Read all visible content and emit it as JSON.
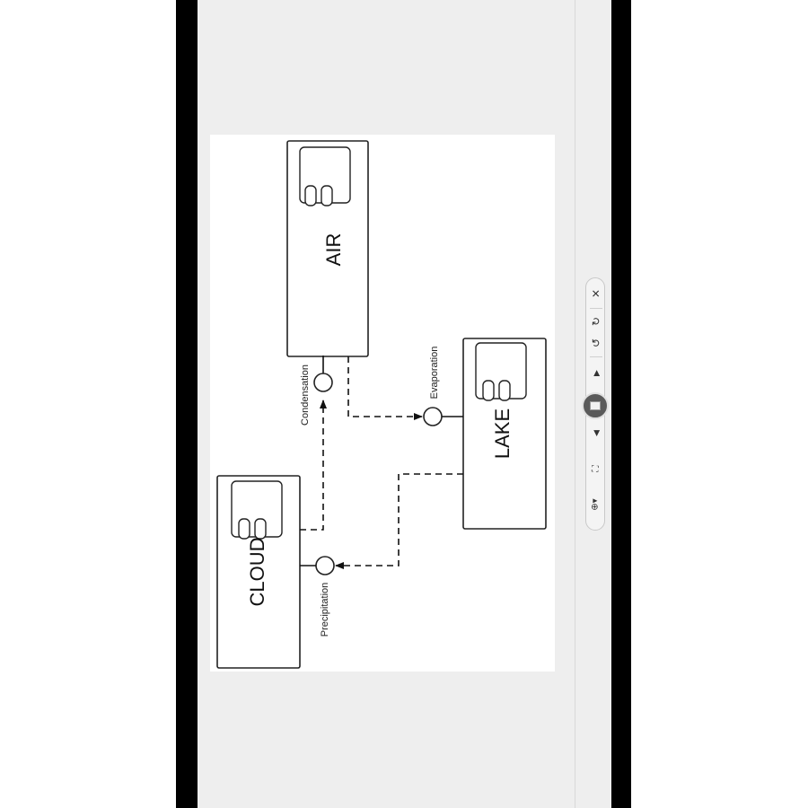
{
  "diagram": {
    "boxes": {
      "air": {
        "label": "AIR"
      },
      "lake": {
        "label": "LAKE"
      },
      "cloud": {
        "label": "CLOUD"
      }
    },
    "flows": {
      "condensation": {
        "label": "Condensation"
      },
      "evaporation": {
        "label": "Evaporation"
      },
      "precipitation": {
        "label": "Precipitation"
      }
    }
  },
  "toolbar": {
    "icons": [
      "close-icon",
      "redo-icon",
      "undo-icon",
      "next-page-icon",
      "current-page-icon",
      "previous-page-icon",
      "fit-page-icon",
      "zoom-icon"
    ],
    "close_glyph": "✕",
    "redo_glyph": "↻",
    "undo_glyph": "↺",
    "next_glyph": "▶",
    "prev_glyph": "◀",
    "fit_glyph": "⛶",
    "zoom_glyph": "⊕▾"
  },
  "colors": {
    "frame": "#000000",
    "viewer_background": "#eeeeee",
    "page": "#ffffff",
    "ink": "#111111"
  }
}
